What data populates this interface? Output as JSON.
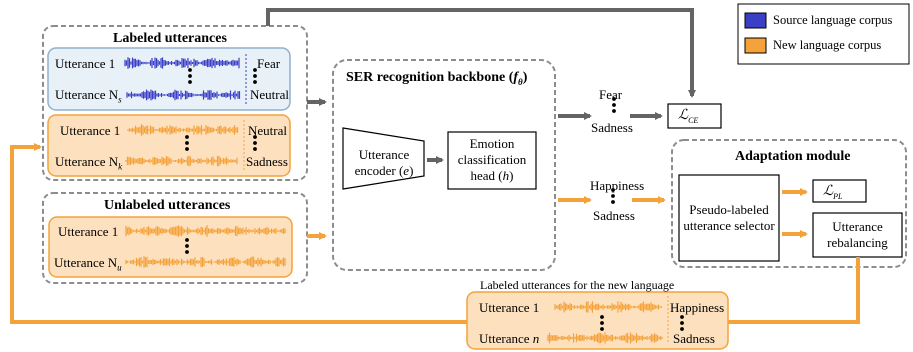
{
  "colors": {
    "source": "#3a3fc6",
    "new": "#f4a23a",
    "new_fill": "#fde0bd",
    "source_fill": "#e8f1f8",
    "source_border": "#8fb0d0",
    "dashed": "#8c8c8c",
    "arrow_dark": "#646464"
  },
  "legend": [
    {
      "label": "Source language corpus",
      "color": "#3a3fc6"
    },
    {
      "label": "New language corpus",
      "color": "#f4a23a"
    }
  ],
  "labeled": {
    "title": "Labeled utterances",
    "source": {
      "first_label": "Utterance 1",
      "last_label": "Utterance N",
      "last_sub": "s",
      "emo_top": "Fear",
      "emo_bottom": "Neutral"
    },
    "new": {
      "first_label": "Utterance 1",
      "last_label": "Utterance N",
      "last_sub": "k",
      "emo_top": "Neutral",
      "emo_bottom": "Sadness"
    }
  },
  "unlabeled": {
    "title": "Unlabeled utterances",
    "first_label": "Utterance 1",
    "last_label": "Utterance N",
    "last_sub": "u"
  },
  "backbone": {
    "title": "SER recognition backbone (",
    "title_sym": "f",
    "title_sub": "θ",
    "title_close": ")",
    "encoder_line1": "Utterance",
    "encoder_line2": "encoder (",
    "encoder_sym": "e",
    "encoder_close": ")",
    "head_line1": "Emotion",
    "head_line2": "classification",
    "head_line3": "head (",
    "head_sym": "h",
    "head_close": ")"
  },
  "outputs_top": {
    "top": "Fear",
    "bottom": "Sadness"
  },
  "outputs_mid": {
    "top": "Happiness",
    "bottom": "Sadness"
  },
  "loss_ce": {
    "sym": "ℒ",
    "sub": "CE"
  },
  "adaptation": {
    "title": "Adaptation module",
    "selector_line1": "Pseudo-labeled",
    "selector_line2": "utterance selector",
    "loss_pl_sym": "ℒ",
    "loss_pl_sub": "PL",
    "rebal_line1": "Utterance",
    "rebal_line2": "rebalancing"
  },
  "new_labeled": {
    "caption": "Labeled utterances for the new language",
    "first_label": "Utterance 1",
    "last_label": "Utterance",
    "last_var": "n",
    "emo_top": "Happiness",
    "emo_bottom": "Sadness"
  }
}
